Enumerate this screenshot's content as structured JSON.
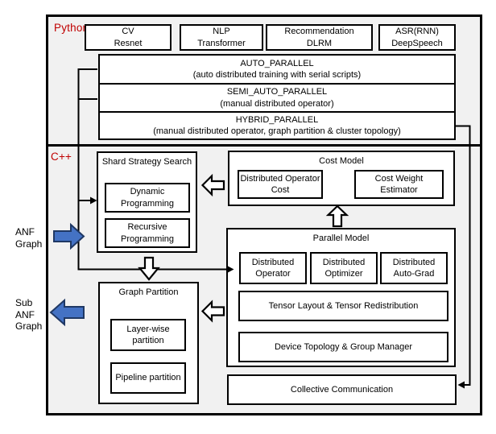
{
  "sections": {
    "python_label": "Python",
    "cpp_label": "C++"
  },
  "colors": {
    "section_label_red": "#c00000",
    "blue_arrow_fill": "#4472c4",
    "blue_arrow_stroke": "#1f3864",
    "diagram_background": "#f1f1f1",
    "box_border": "#000000"
  },
  "app_boxes": [
    {
      "line1": "CV",
      "line2": "Resnet"
    },
    {
      "line1": "NLP",
      "line2": "Transformer"
    },
    {
      "line1": "Recommendation",
      "line2": "DLRM"
    },
    {
      "line1": "ASR(RNN)",
      "line2": "DeepSpeech"
    }
  ],
  "parallel_modes": [
    {
      "title": "AUTO_PARALLEL",
      "subtitle": "(auto distributed training with serial scripts)"
    },
    {
      "title": "SEMI_AUTO_PARALLEL",
      "subtitle": "(manual distributed operator)"
    },
    {
      "title": "HYBRID_PARALLEL",
      "subtitle": "(manual distributed operator, graph partition & cluster topology)"
    }
  ],
  "shard_strategy": {
    "title": "Shard Strategy Search",
    "children": [
      {
        "label": "Dynamic Programming"
      },
      {
        "label": "Recursive Programming"
      }
    ]
  },
  "cost_model": {
    "title": "Cost Model",
    "children": [
      {
        "label": "Distributed Operator Cost"
      },
      {
        "label": "Cost Weight Estimator"
      }
    ]
  },
  "parallel_model": {
    "title": "Parallel Model",
    "row1": [
      {
        "label": "Distributed Operator"
      },
      {
        "label": "Distributed Optimizer"
      },
      {
        "label": "Distributed Auto-Grad"
      }
    ],
    "row2_label": "Tensor Layout & Tensor Redistribution",
    "row3_label": "Device Topology & Group Manager"
  },
  "graph_partition": {
    "title": "Graph Partition",
    "children": [
      {
        "label": "Layer-wise partition"
      },
      {
        "label": "Pipeline partition"
      }
    ]
  },
  "collective": {
    "label": "Collective Communication"
  },
  "left_labels": {
    "anf": "ANF Graph",
    "sub_anf": "Sub ANF Graph"
  },
  "arrows": {
    "anf_input": "blue-right-block-arrow",
    "sub_anf_output": "blue-left-block-arrow",
    "cost_to_shard": "hollow-left-arrow",
    "parallel_to_cost": "hollow-up-arrow",
    "shard_to_partition": "hollow-down-arrow",
    "parallel_to_partition": "hollow-left-arrow",
    "modes_to_modules": "black-line-arrows",
    "hybrid_to_collective": "black-line-arrow"
  }
}
